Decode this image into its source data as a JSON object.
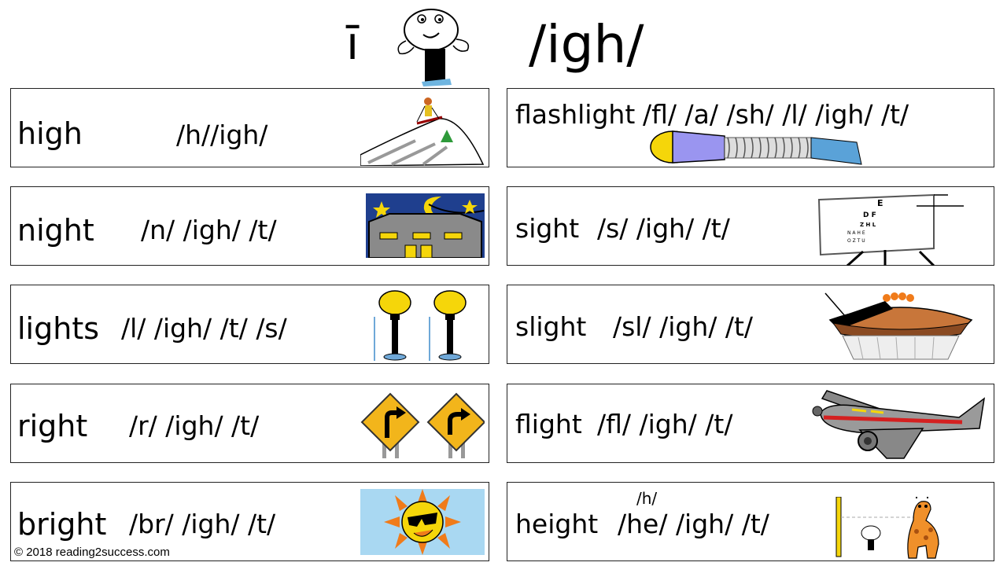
{
  "header": {
    "letter": "ī",
    "sound": "/igh/"
  },
  "left_cards": [
    {
      "word": "high",
      "sounds": "/h//igh/",
      "picture": "skier-on-hill-icon"
    },
    {
      "word": "night",
      "sounds": "/n/ /igh/ /t/",
      "picture": "house-at-night-icon"
    },
    {
      "word": "lights",
      "sounds": "/l/ /igh/ /t/ /s/",
      "picture": "street-lamps-icon"
    },
    {
      "word": "right",
      "sounds": "/r/ /igh/ /t/",
      "picture": "right-turn-signs-icon"
    },
    {
      "word": "bright",
      "sounds": "/br/ /igh/ /t/",
      "picture": "sun-with-sunglasses-icon"
    }
  ],
  "right_cards": [
    {
      "word": "flashlight",
      "sounds": "/fl/ /a/ /sh/ /l/ /igh/ /t/",
      "picture": "flashlight-icon"
    },
    {
      "word": "sight",
      "sounds": "/s/ /igh/ /t/",
      "picture": "eye-chart-icon",
      "chart_letters": [
        "E",
        "D F",
        "Z H L",
        "N A H E",
        "O Z T U"
      ]
    },
    {
      "word": "slight",
      "sounds": "/sl/ /igh/ /t/",
      "picture": "pie-slice-icon"
    },
    {
      "word": "flight",
      "sounds": "/fl/ /igh/ /t/",
      "picture": "airplane-icon"
    },
    {
      "word": "height",
      "sounds": "/he/ /igh/ /t/",
      "note": "/h/",
      "picture": "height-chart-giraffe-icon"
    }
  ],
  "footer": {
    "copyright": "© 2018 reading2success.com"
  }
}
